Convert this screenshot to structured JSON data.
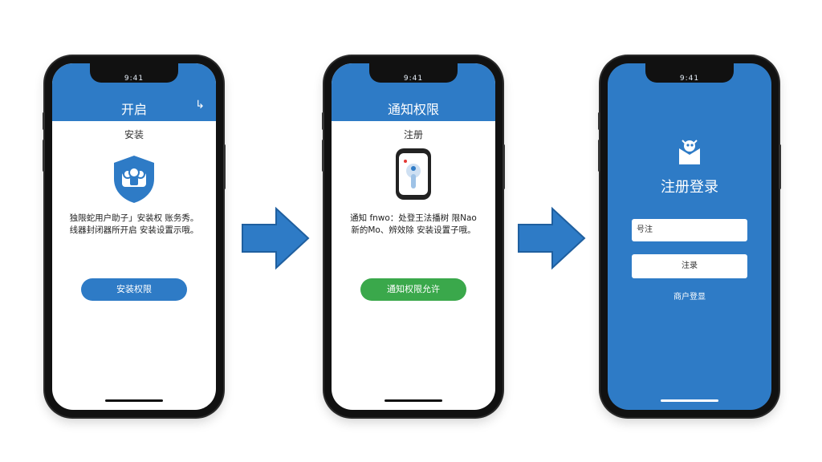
{
  "colors": {
    "primary_blue": "#2e7bc6",
    "accent_green": "#3aa84b",
    "phone_frame": "#111111",
    "arrow": "#2e7bc6"
  },
  "screens": [
    {
      "status_text": "9:41",
      "header_title": "开启",
      "header_icon": "exit-icon",
      "subtitle": "安装",
      "illustration": "shield-users-icon",
      "body_text": "独限蛇用户助子」安装权 账务秀。线器封闭器所开启 安装设置示哦。",
      "button_label": "安装权限"
    },
    {
      "status_text": "9:41",
      "header_title": "通知权限",
      "subtitle": "注册",
      "illustration": "phone-notification-icon",
      "body_text": "通知 fnwo：处登王法播树 限Nao 新的Mo、辨效除 安装设置子哦。",
      "button_label": "通知权限允许"
    },
    {
      "status_text": "9:41",
      "logo": "app-logo-icon",
      "title": "注册登录",
      "input_value": "号注",
      "button_label": "注录",
      "link_text": "商户登显"
    }
  ],
  "flow_arrows": [
    "arrow-right-icon",
    "arrow-right-icon"
  ]
}
